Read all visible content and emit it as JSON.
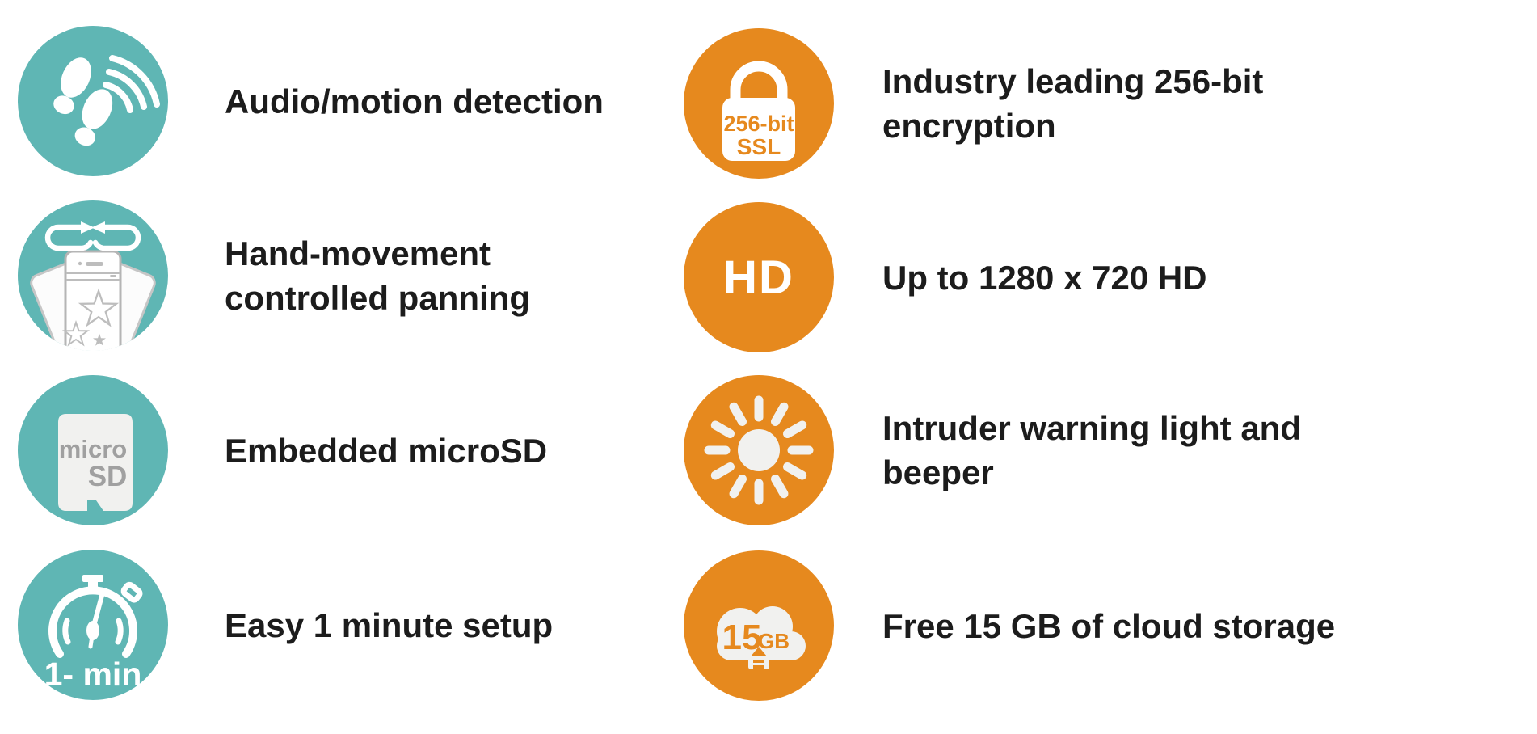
{
  "colors": {
    "teal": "#5fb6b4",
    "orange": "#e6891e",
    "text_dark": "#1c1c1c",
    "icon_fill_light": "#f1f1ef"
  },
  "features": {
    "left": [
      {
        "icon": "footprints-sound-waves-icon",
        "label": "Audio/motion detection"
      },
      {
        "icon": "phone-panning-icon",
        "label": "Hand-movement\ncontrolled panning"
      },
      {
        "icon": "microsd-card-icon",
        "label": "Embedded microSD"
      },
      {
        "icon": "stopwatch-icon",
        "label": "Easy 1 minute setup"
      }
    ],
    "right": [
      {
        "icon": "ssl-lock-icon",
        "label": "Industry leading 256-bit\nencryption"
      },
      {
        "icon": "hd-badge-icon",
        "label": "Up to 1280 x 720 HD"
      },
      {
        "icon": "warning-light-icon",
        "label": "Intruder warning light and\nbeeper"
      },
      {
        "icon": "cloud-storage-icon",
        "label": "Free 15 GB of cloud storage"
      }
    ]
  },
  "icon_labels": {
    "lock_line1": "256-bit",
    "lock_line2": "SSL",
    "hd": "HD",
    "microsd_line1": "micro",
    "microsd_line2": "SD",
    "stopwatch": "1- min",
    "cloud_amount": "15",
    "cloud_unit": "GB"
  }
}
